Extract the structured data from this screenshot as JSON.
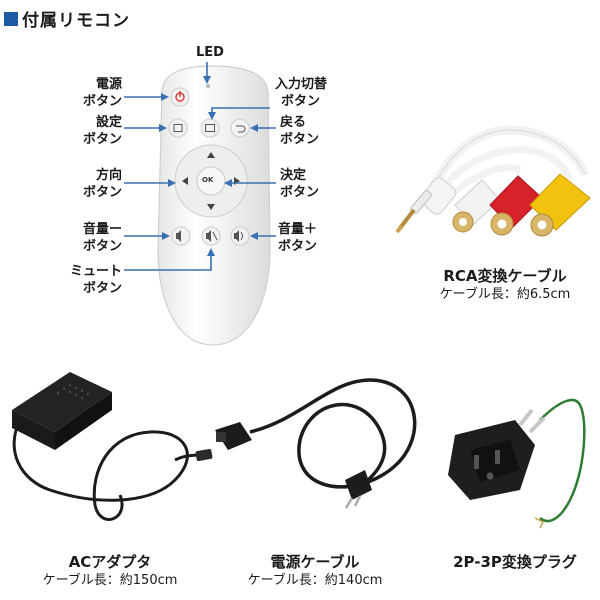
{
  "heading": "付属リモコン",
  "remote": {
    "led": "LED",
    "power_1": "電源",
    "power_2": "ボタン",
    "input_1": "入力切替",
    "input_2": "ボタン",
    "settings_1": "設定",
    "settings_2": "ボタン",
    "back_1": "戻る",
    "back_2": "ボタン",
    "direction_1": "方向",
    "direction_2": "ボタン",
    "enter_1": "決定",
    "enter_2": "ボタン",
    "voldown_1": "音量ー",
    "voldown_2": "ボタン",
    "volup_1": "音量＋",
    "volup_2": "ボタン",
    "mute_1": "ミュート",
    "mute_2": "ボタン",
    "ok": "OK"
  },
  "accessories": {
    "rca_title": "RCA変換ケーブル",
    "rca_length": "ケーブル長：約6.5cm",
    "ac_title": "ACアダプタ",
    "ac_length": "ケーブル長：約150cm",
    "power_title": "電源ケーブル",
    "power_length": "ケーブル長：約140cm",
    "plug_title": "2P-3P変換プラグ"
  },
  "colors": {
    "accent": "#1f5aa6",
    "arrow": "#3a6fb3",
    "power_red": "#d9362f",
    "rca_red": "#d6222a",
    "rca_yellow": "#f2c20f"
  }
}
